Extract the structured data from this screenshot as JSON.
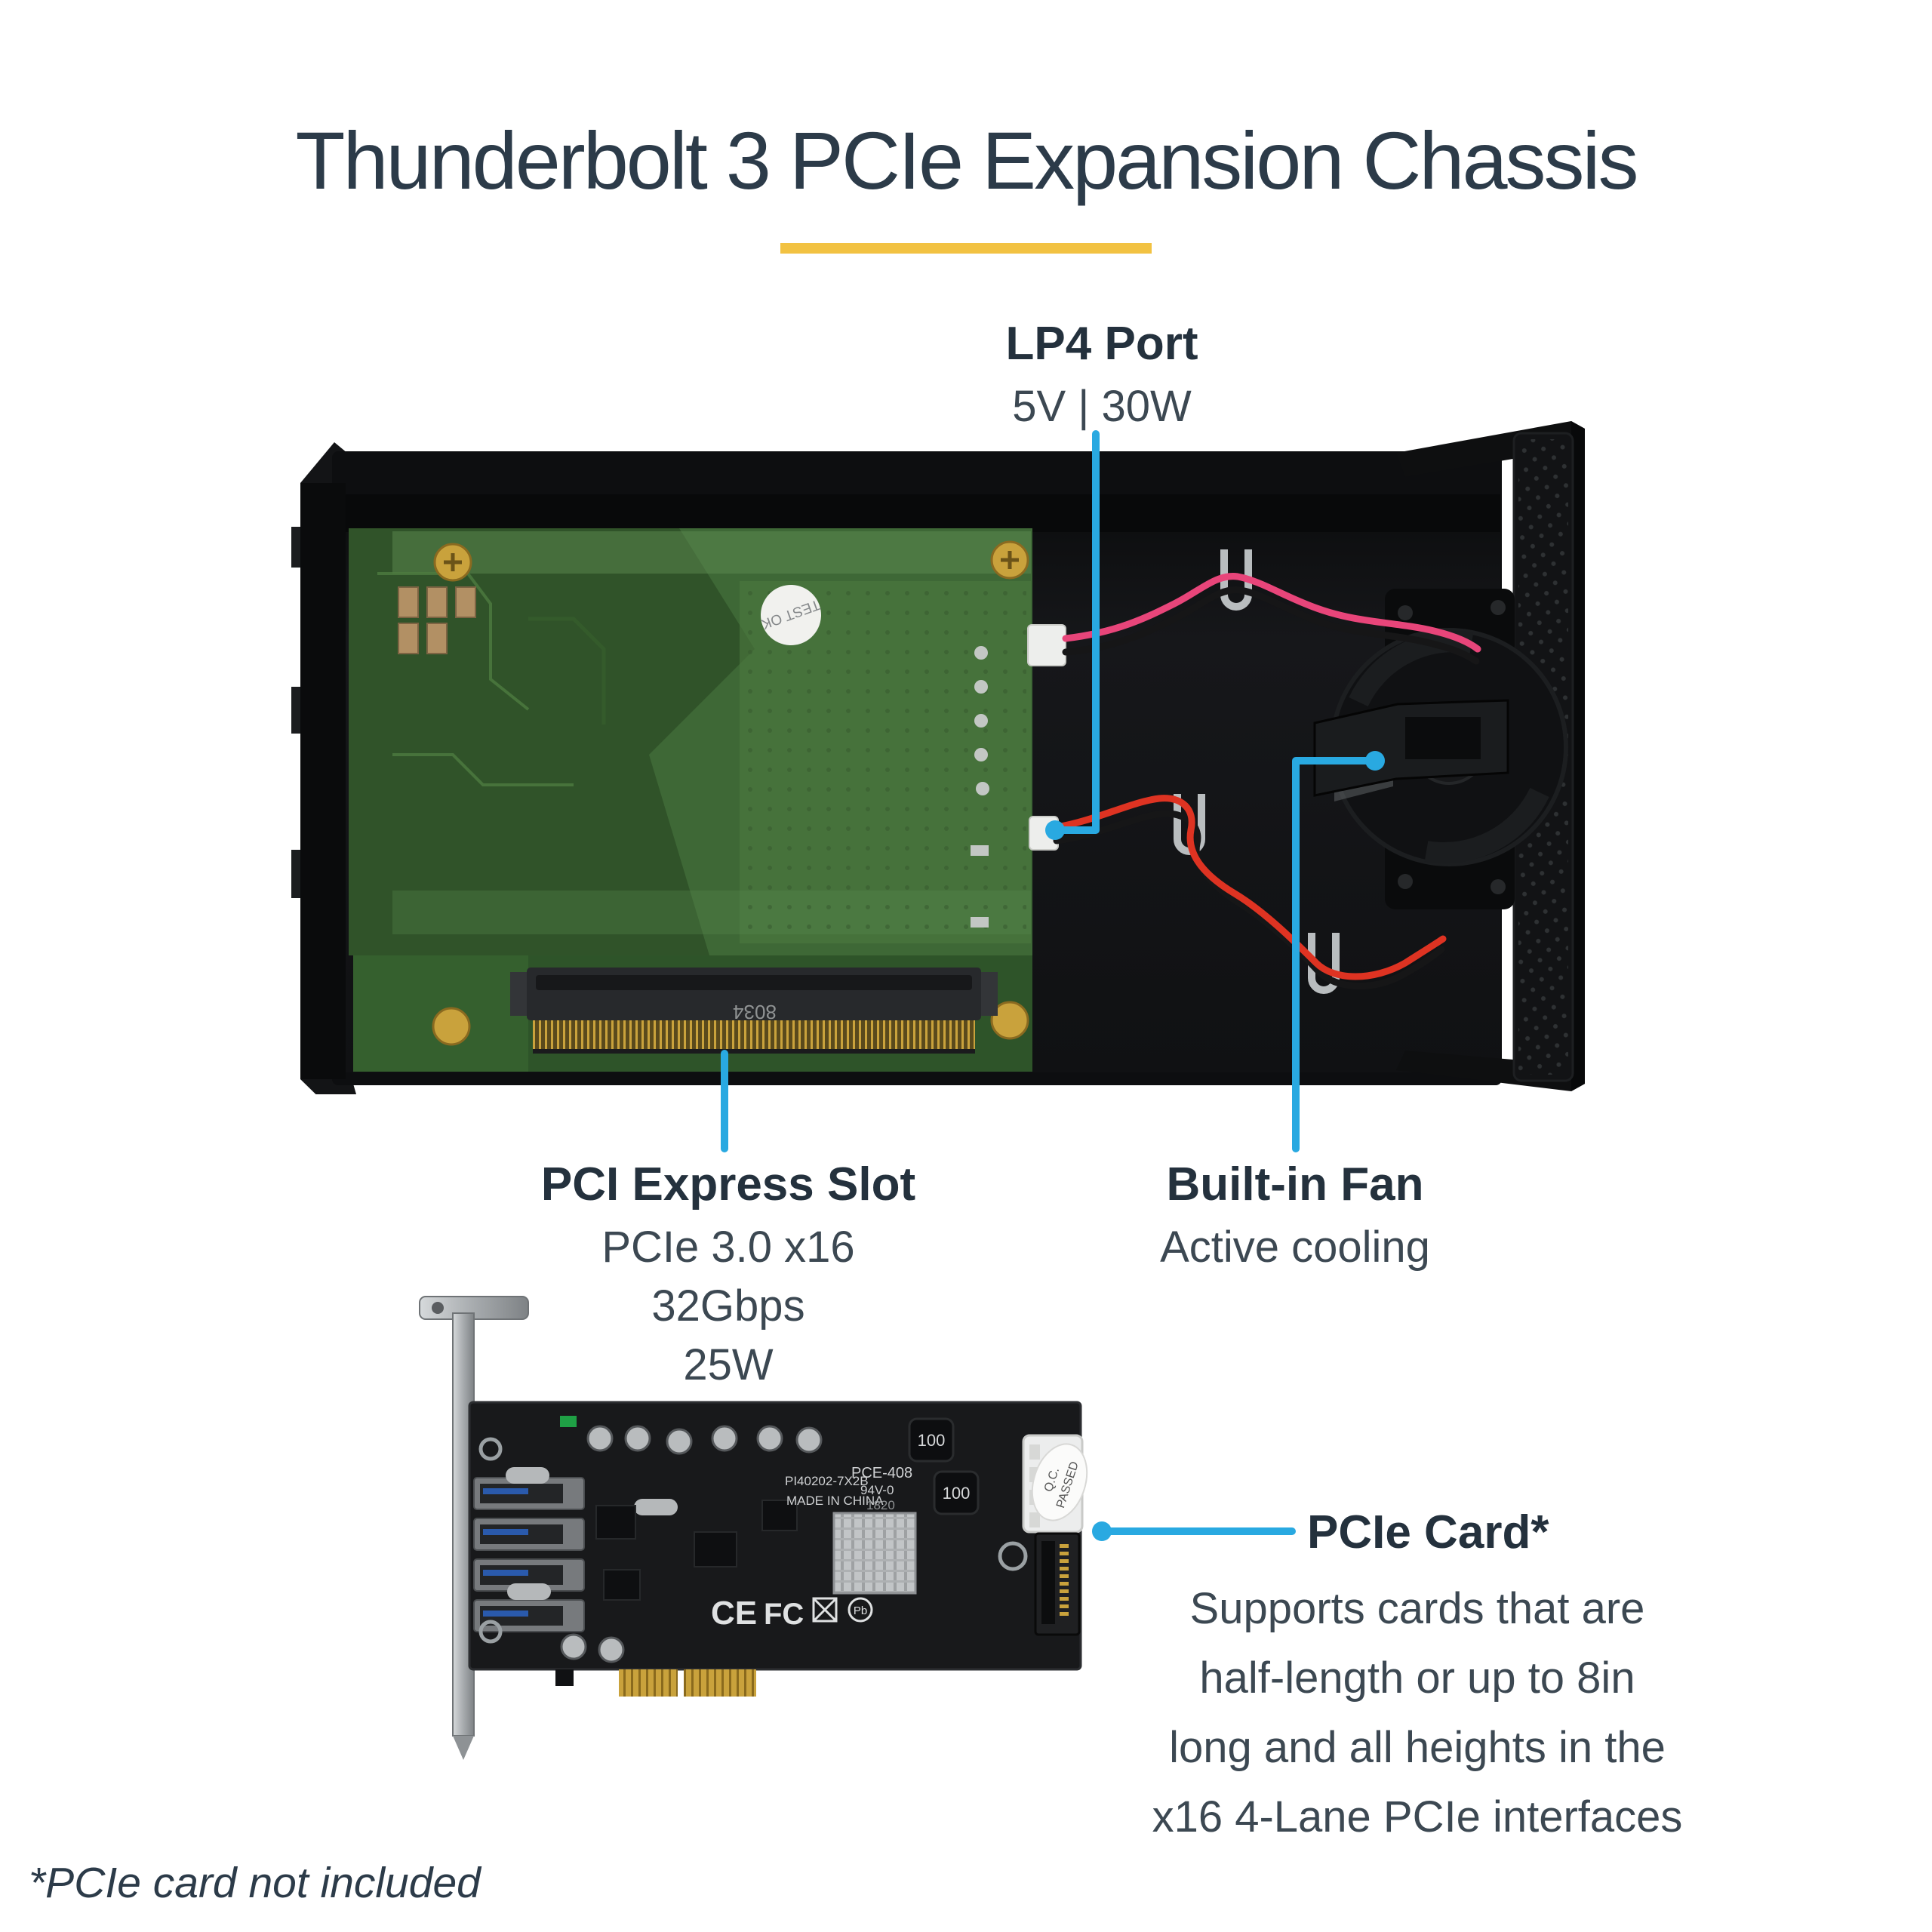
{
  "title": {
    "text": "Thunderbolt 3 PCIe Expansion Chassis",
    "color": "#2C3B49",
    "underline_color": "#F2C242"
  },
  "callouts": {
    "accent_color": "#29A9E1",
    "lp4": {
      "label": "LP4 Port",
      "detail": "5V | 30W"
    },
    "pci_slot": {
      "label": "PCI Express Slot",
      "specs": [
        "PCIe 3.0 x16",
        "32Gbps",
        "25W"
      ]
    },
    "fan": {
      "label": "Built-in Fan",
      "detail": "Active cooling"
    },
    "card": {
      "label": "PCIe Card*",
      "description": [
        "Supports cards that are",
        "half-length or up to 8in",
        "long and all heights in the",
        "x16 4-Lane PCIe interfaces"
      ]
    }
  },
  "footnote": "*PCIe card not included",
  "chassis_photo": {
    "pcb_sticker": "TEST OK",
    "slot_marking": "8034"
  },
  "card_photo": {
    "model": "PI40202-7X2B",
    "origin": "MADE IN CHINA",
    "cert": "PCE-408",
    "ul": "94V-0",
    "date_code": "1820",
    "coil_top": "100",
    "coil_bottom": "100",
    "ce": "CE",
    "fcc": "FC",
    "pb": "Pb",
    "qc_line1": "Q.C.",
    "qc_line2": "PASSED"
  }
}
